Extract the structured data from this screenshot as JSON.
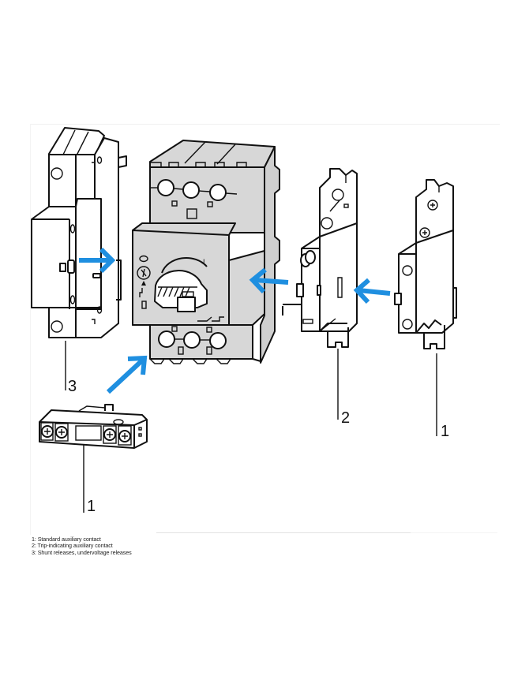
{
  "figure": {
    "callouts": [
      {
        "id": "shunt-release",
        "label": "3"
      },
      {
        "id": "trip-indicating-contact",
        "label": "2"
      },
      {
        "id": "side-aux-contact",
        "label": "1"
      },
      {
        "id": "front-aux-contact",
        "label": "1"
      }
    ],
    "arrow_color": "#1f8fe0",
    "main_device": "motor-protective-circuit-breaker"
  },
  "legend": {
    "items": [
      "1: Standard auxiliary contact",
      "2: Trip-indicating auxiliary contact",
      "3: Shunt releases, undervoltage releases"
    ]
  }
}
